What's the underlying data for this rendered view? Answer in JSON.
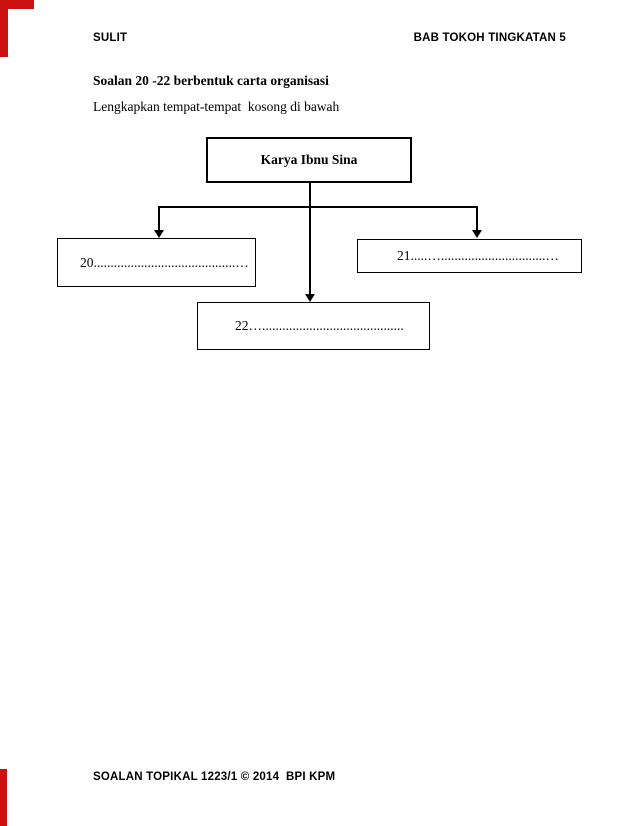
{
  "page": {
    "header": {
      "left": "SULIT",
      "right": "BAB TOKOH TINGKATAN 5"
    },
    "instructions": {
      "line1": "Soalan 20 -22 berbentuk carta organisasi",
      "line2": "Lengkapkan tempat-tempat  kosong di bawah"
    },
    "footer": "SOALAN TOPIKAL 1223/1 © 2014  BPI KPM"
  },
  "diagram": {
    "type": "organisation-chart",
    "root": {
      "label": "Karya Ibnu Sina"
    },
    "blanks": {
      "q20": {
        "number": "20",
        "label": "20..........................................…"
      },
      "q21": {
        "number": "21",
        "label": "21.....…...............................…"
      },
      "q22": {
        "number": "22",
        "label": "22….........................................."
      }
    },
    "edges": [
      "root -> q20",
      "root -> q21",
      "root -> q22"
    ]
  },
  "colors": {
    "paper": "#ffffff",
    "ink": "#000000",
    "edge_mark_red": "#cc1111"
  }
}
